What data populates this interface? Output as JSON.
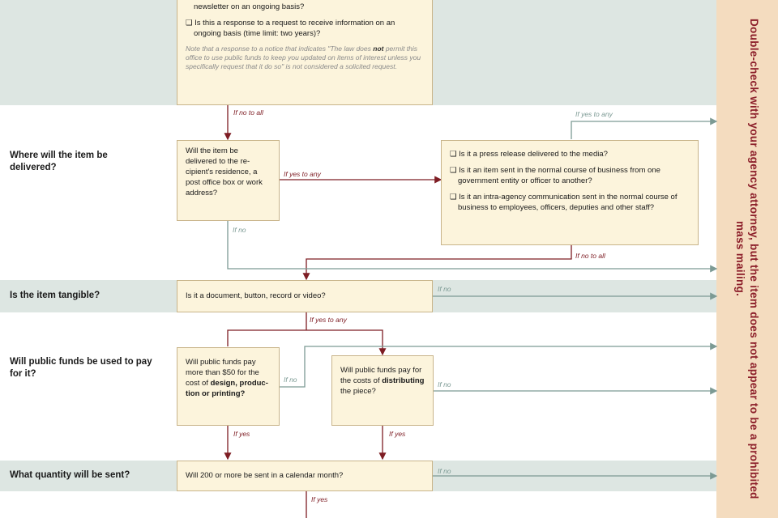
{
  "sidebar": {
    "text": "Double-check with your agency attorney, but the item does not appear to be a prohibited mass mailing."
  },
  "top_box": {
    "items": [
      "Is this an unsolicited request to receive copies of an agency newsletter on an ongoing basis?",
      "Is this a response to a request to receive information on an ongoing basis (time limit: two years)?"
    ],
    "note_before": "Note that a response to a notice that indicates \"The law does ",
    "note_bold": "not",
    "note_after": " permit this office to use public funds to keep you updated on items of interest unless you specifically request that it do so\" is not considered a solicited request."
  },
  "labels": {
    "no_to_all_1": "If no to all",
    "yes_to_any_top": "If yes to any",
    "yes_to_any_mid": "If yes to any",
    "no_1": "If no",
    "no_to_all_2": "If no to all",
    "no_tangible": "If no",
    "yes_to_any_tangible": "If yes to any",
    "no_design": "If no",
    "no_distribute": "If no",
    "yes_design": "If yes",
    "yes_distribute": "If yes",
    "no_quantity": "If no",
    "yes_quantity": "If yes"
  },
  "questions": {
    "delivered": "Where will the item be delivered?",
    "tangible": "Is the item tangible?",
    "funds": "Will public funds be used to pay for it?",
    "quantity": "What quantity will be sent?"
  },
  "boxes": {
    "delivered": "Will the item be delivered to the re-cipient's residence, a post office box or work address?",
    "exceptions": [
      "Is it a press release delivered to the media?",
      "Is it an item sent in the normal course of business from one government entity or officer to another?",
      "Is it an intra-agency communication sent in the normal course of business to employees, officers, deputies and other staff?"
    ],
    "tangible": "Is it a document, button, record or video?",
    "design_pre": "Will public funds pay more than $50 for the cost of ",
    "design_bold": "design, produc-tion or printing?",
    "distribute_pre": "Will public funds pay for the costs of ",
    "distribute_bold": "distributing",
    "distribute_post": " the piece?",
    "quantity": "Will 200 or more be sent in a calendar month?"
  },
  "colors": {
    "band": "#dde6e2",
    "box_fill": "#fcf4dc",
    "box_border": "#c8b48a",
    "yes_arrow": "#7e1d24",
    "no_arrow": "#7c9a94",
    "sidebar": "#f4dcbf",
    "sidebar_text": "#8c1f2a"
  }
}
